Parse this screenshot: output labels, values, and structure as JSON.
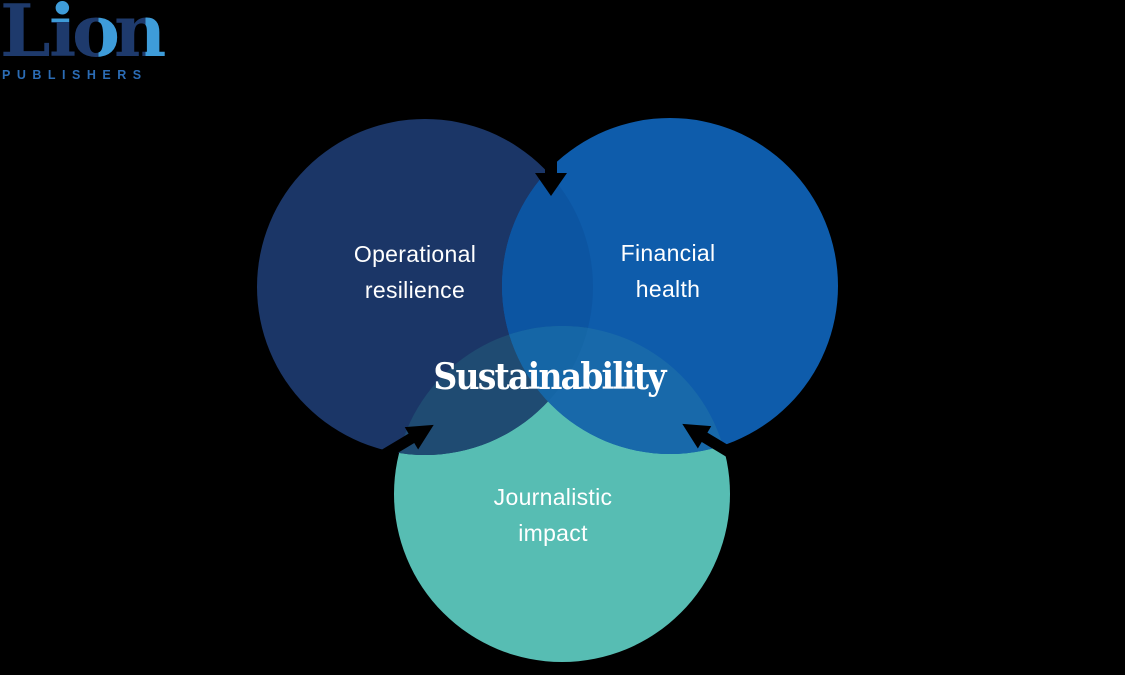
{
  "diagram": {
    "center_label": "Sustainability",
    "text_color": "#FFFFFF",
    "arrow_color": "#000000",
    "circles": [
      {
        "id": "operational-resilience",
        "label_line1": "Operational",
        "label_line2": "resilience",
        "color": "#1B3667"
      },
      {
        "id": "financial-health",
        "label_line1": "Financial",
        "label_line2": "health",
        "color": "#0E5CAB"
      },
      {
        "id": "journalistic-impact",
        "label_line1": "Journalistic",
        "label_line2": "impact",
        "color": "#57BDB3"
      }
    ],
    "overlaps": {
      "left_right": "#0C55A2",
      "left_bottom": "#1F4B72",
      "right_bottom": "#1869AA",
      "center": "#1566A6"
    }
  },
  "logo": {
    "letters": [
      "L",
      "i",
      "o",
      "n"
    ],
    "subtext": "PUBLISHERS",
    "colors": {
      "navy": "#1E3A6C",
      "light_blue": "#3E9CD9",
      "subtext_color": "#2B6CB5"
    }
  }
}
